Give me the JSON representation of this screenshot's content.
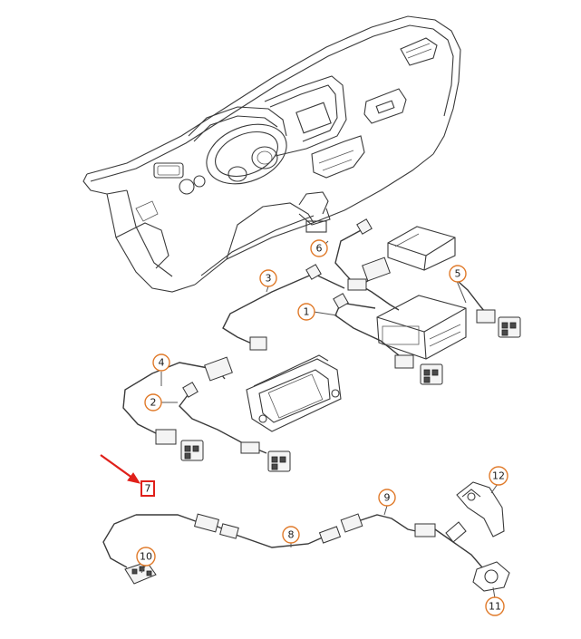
{
  "callouts": [
    {
      "id": "1",
      "label": "1"
    },
    {
      "id": "2",
      "label": "2"
    },
    {
      "id": "3",
      "label": "3"
    },
    {
      "id": "4",
      "label": "4"
    },
    {
      "id": "5",
      "label": "5"
    },
    {
      "id": "6",
      "label": "6"
    },
    {
      "id": "7",
      "label": "7"
    },
    {
      "id": "8",
      "label": "8"
    },
    {
      "id": "9",
      "label": "9"
    },
    {
      "id": "10",
      "label": "10"
    },
    {
      "id": "11",
      "label": "11"
    },
    {
      "id": "12",
      "label": "12"
    }
  ],
  "highlight": {
    "target": "7",
    "color": "#e0201a"
  },
  "colors": {
    "callout_ring": "#e07a2a",
    "line_art": "#3a3a3a"
  }
}
